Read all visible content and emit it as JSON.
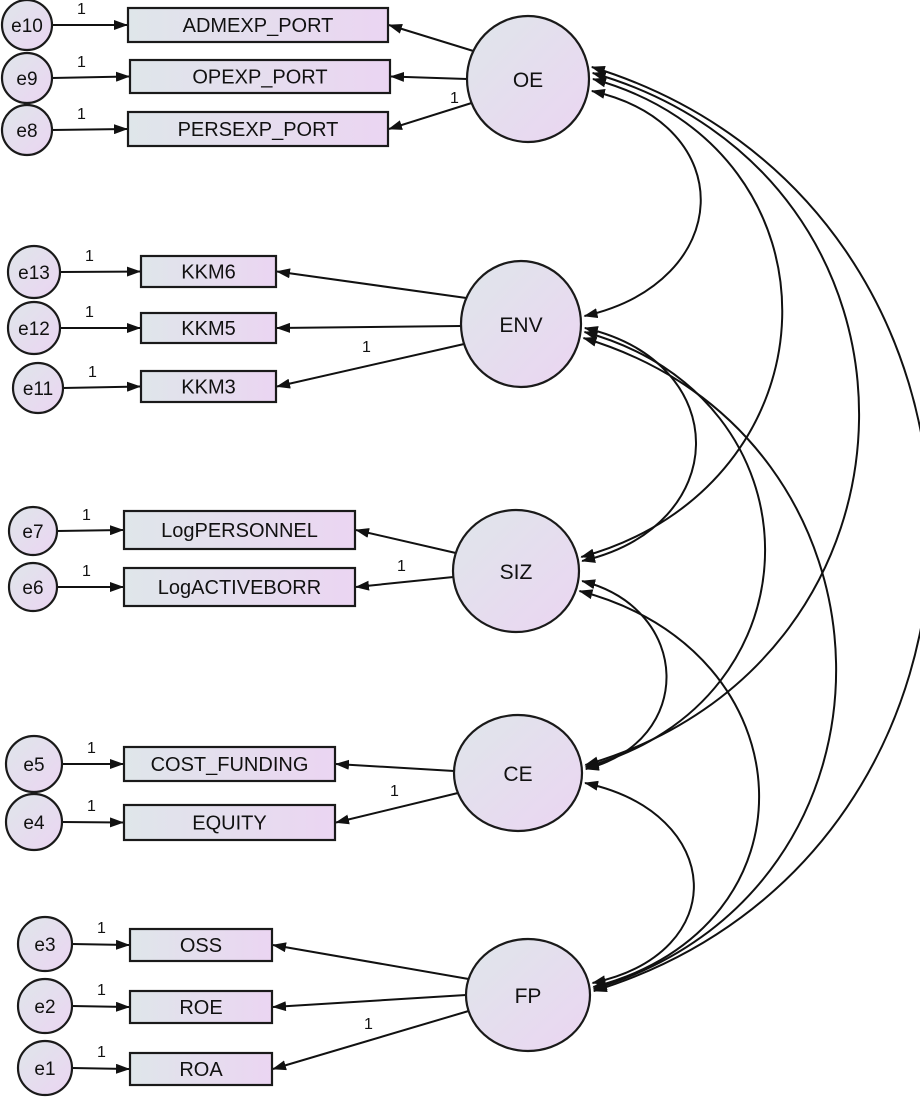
{
  "diagram": {
    "type": "structural-equation-model",
    "colors": {
      "fill_start": "#dfe6ea",
      "fill_end": "#ebd5f2",
      "stroke": "#1a1a1a",
      "background": "#ffffff"
    },
    "latent_variables": [
      {
        "id": "OE",
        "label": "OE"
      },
      {
        "id": "ENV",
        "label": "ENV"
      },
      {
        "id": "SIZ",
        "label": "SIZ"
      },
      {
        "id": "CE",
        "label": "CE"
      },
      {
        "id": "FP",
        "label": "FP"
      }
    ],
    "indicators": [
      {
        "id": "ADMEXP_PORT",
        "label": "ADMEXP_PORT",
        "latent": "OE",
        "error": "e10",
        "error_weight": "1",
        "loading_label": ""
      },
      {
        "id": "OPEXP_PORT",
        "label": "OPEXP_PORT",
        "latent": "OE",
        "error": "e9",
        "error_weight": "1",
        "loading_label": ""
      },
      {
        "id": "PERSEXP_PORT",
        "label": "PERSEXP_PORT",
        "latent": "OE",
        "error": "e8",
        "error_weight": "1",
        "loading_label": "1"
      },
      {
        "id": "KKM6",
        "label": "KKM6",
        "latent": "ENV",
        "error": "e13",
        "error_weight": "1",
        "loading_label": ""
      },
      {
        "id": "KKM5",
        "label": "KKM5",
        "latent": "ENV",
        "error": "e12",
        "error_weight": "1",
        "loading_label": ""
      },
      {
        "id": "KKM3",
        "label": "KKM3",
        "latent": "ENV",
        "error": "e11",
        "error_weight": "1",
        "loading_label": "1"
      },
      {
        "id": "LogPERSONNEL",
        "label": "LogPERSONNEL",
        "latent": "SIZ",
        "error": "e7",
        "error_weight": "1",
        "loading_label": ""
      },
      {
        "id": "LogACTIVEBORR",
        "label": "LogACTIVEBORR",
        "latent": "SIZ",
        "error": "e6",
        "error_weight": "1",
        "loading_label": "1"
      },
      {
        "id": "COST_FUNDING",
        "label": "COST_FUNDING",
        "latent": "CE",
        "error": "e5",
        "error_weight": "1",
        "loading_label": ""
      },
      {
        "id": "EQUITY",
        "label": "EQUITY",
        "latent": "CE",
        "error": "e4",
        "error_weight": "1",
        "loading_label": "1"
      },
      {
        "id": "OSS",
        "label": "OSS",
        "latent": "FP",
        "error": "e3",
        "error_weight": "1",
        "loading_label": ""
      },
      {
        "id": "ROE",
        "label": "ROE",
        "latent": "FP",
        "error": "e2",
        "error_weight": "1",
        "loading_label": ""
      },
      {
        "id": "ROA",
        "label": "ROA",
        "latent": "FP",
        "error": "e1",
        "error_weight": "1",
        "loading_label": "1"
      }
    ],
    "covariances": [
      [
        "OE",
        "ENV"
      ],
      [
        "OE",
        "SIZ"
      ],
      [
        "OE",
        "CE"
      ],
      [
        "OE",
        "FP"
      ],
      [
        "ENV",
        "SIZ"
      ],
      [
        "ENV",
        "CE"
      ],
      [
        "ENV",
        "FP"
      ],
      [
        "SIZ",
        "CE"
      ],
      [
        "SIZ",
        "FP"
      ],
      [
        "CE",
        "FP"
      ]
    ]
  }
}
